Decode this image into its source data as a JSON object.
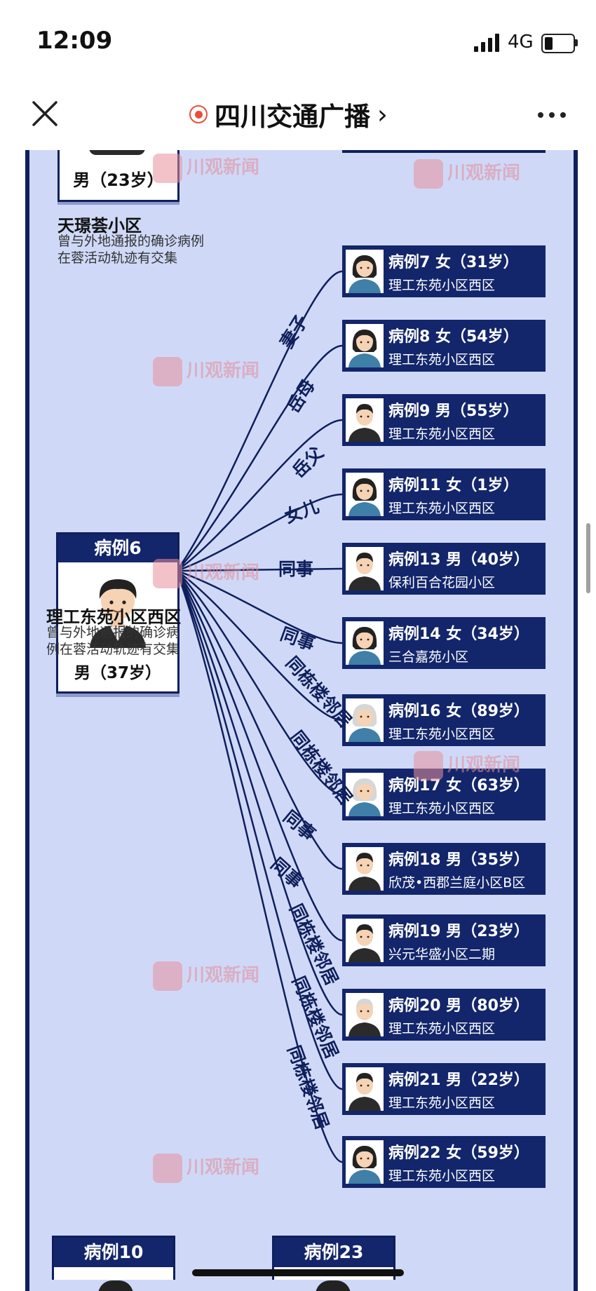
{
  "status_bar": {
    "time": "12:09",
    "network": "4G",
    "battery_level": 0.3
  },
  "nav": {
    "title": "四川交通广播",
    "chevron": "›",
    "close_icon": "close-icon",
    "more_icon": "more-dots-icon"
  },
  "top_case": {
    "caption": "男（23岁）",
    "location_title": "天璟荟小区",
    "location_desc_1": "曾与外地通报的确诊病例",
    "location_desc_2": "在蓉活动轨迹有交集"
  },
  "main_case": {
    "title": "病例6",
    "caption": "男（37岁）",
    "location_title": "理工东苑小区西区",
    "location_desc_1": "曾与外地通报的确诊病",
    "location_desc_2": "例在蓉活动轨迹有交集"
  },
  "cases": [
    {
      "line1": "病例7 女（31岁）",
      "line2": "理工东苑小区西区",
      "relation": "妻子",
      "avatar": "female-avatar-icon"
    },
    {
      "line1": "病例8 女（54岁）",
      "line2": "理工东苑小区西区",
      "relation": "岳母",
      "avatar": "female-avatar-icon"
    },
    {
      "line1": "病例9 男（55岁）",
      "line2": "理工东苑小区西区",
      "relation": "岳父",
      "avatar": "male-beard-avatar-icon"
    },
    {
      "line1": "病例11 女（1岁）",
      "line2": "理工东苑小区西区",
      "relation": "女儿",
      "avatar": "girl-avatar-icon"
    },
    {
      "line1": "病例13 男（40岁）",
      "line2": "保利百合花园小区",
      "relation": "同事",
      "avatar": "male-avatar-icon"
    },
    {
      "line1": "病例14 女（34岁）",
      "line2": "三合嘉苑小区",
      "relation": "同事",
      "avatar": "female-avatar-icon"
    },
    {
      "line1": "病例16 女（89岁）",
      "line2": "理工东苑小区西区",
      "relation": "同栋楼邻居",
      "avatar": "elderly-female-avatar-icon"
    },
    {
      "line1": "病例17 女（63岁）",
      "line2": "理工东苑小区西区",
      "relation": "同栋楼邻居",
      "avatar": "elderly-female-avatar-icon"
    },
    {
      "line1": "病例18 男（35岁）",
      "line2": "欣茂•西郡兰庭小区B区",
      "relation": "同事",
      "avatar": "male-avatar-icon"
    },
    {
      "line1": "病例19 男（23岁）",
      "line2": "兴元华盛小区二期",
      "relation": "同事",
      "avatar": "male-avatar-icon"
    },
    {
      "line1": "病例20 男（80岁）",
      "line2": "理工东苑小区西区",
      "relation": "同栋楼邻居",
      "avatar": "elderly-male-avatar-icon"
    },
    {
      "line1": "病例21 男（22岁）",
      "line2": "理工东苑小区西区",
      "relation": "同栋楼邻居",
      "avatar": "male-avatar-icon"
    },
    {
      "line1": "病例22 女（59岁）",
      "line2": "理工东苑小区西区",
      "relation": "同栋楼邻居",
      "avatar": "female-avatar-icon"
    }
  ],
  "bottom_cases": [
    {
      "title": "病例10"
    },
    {
      "title": "病例23"
    }
  ],
  "watermark_text": "川观新闻",
  "colors": {
    "navy": "#13266b",
    "board_bg": "#cfd9f7",
    "accent_red": "#e8503c"
  }
}
